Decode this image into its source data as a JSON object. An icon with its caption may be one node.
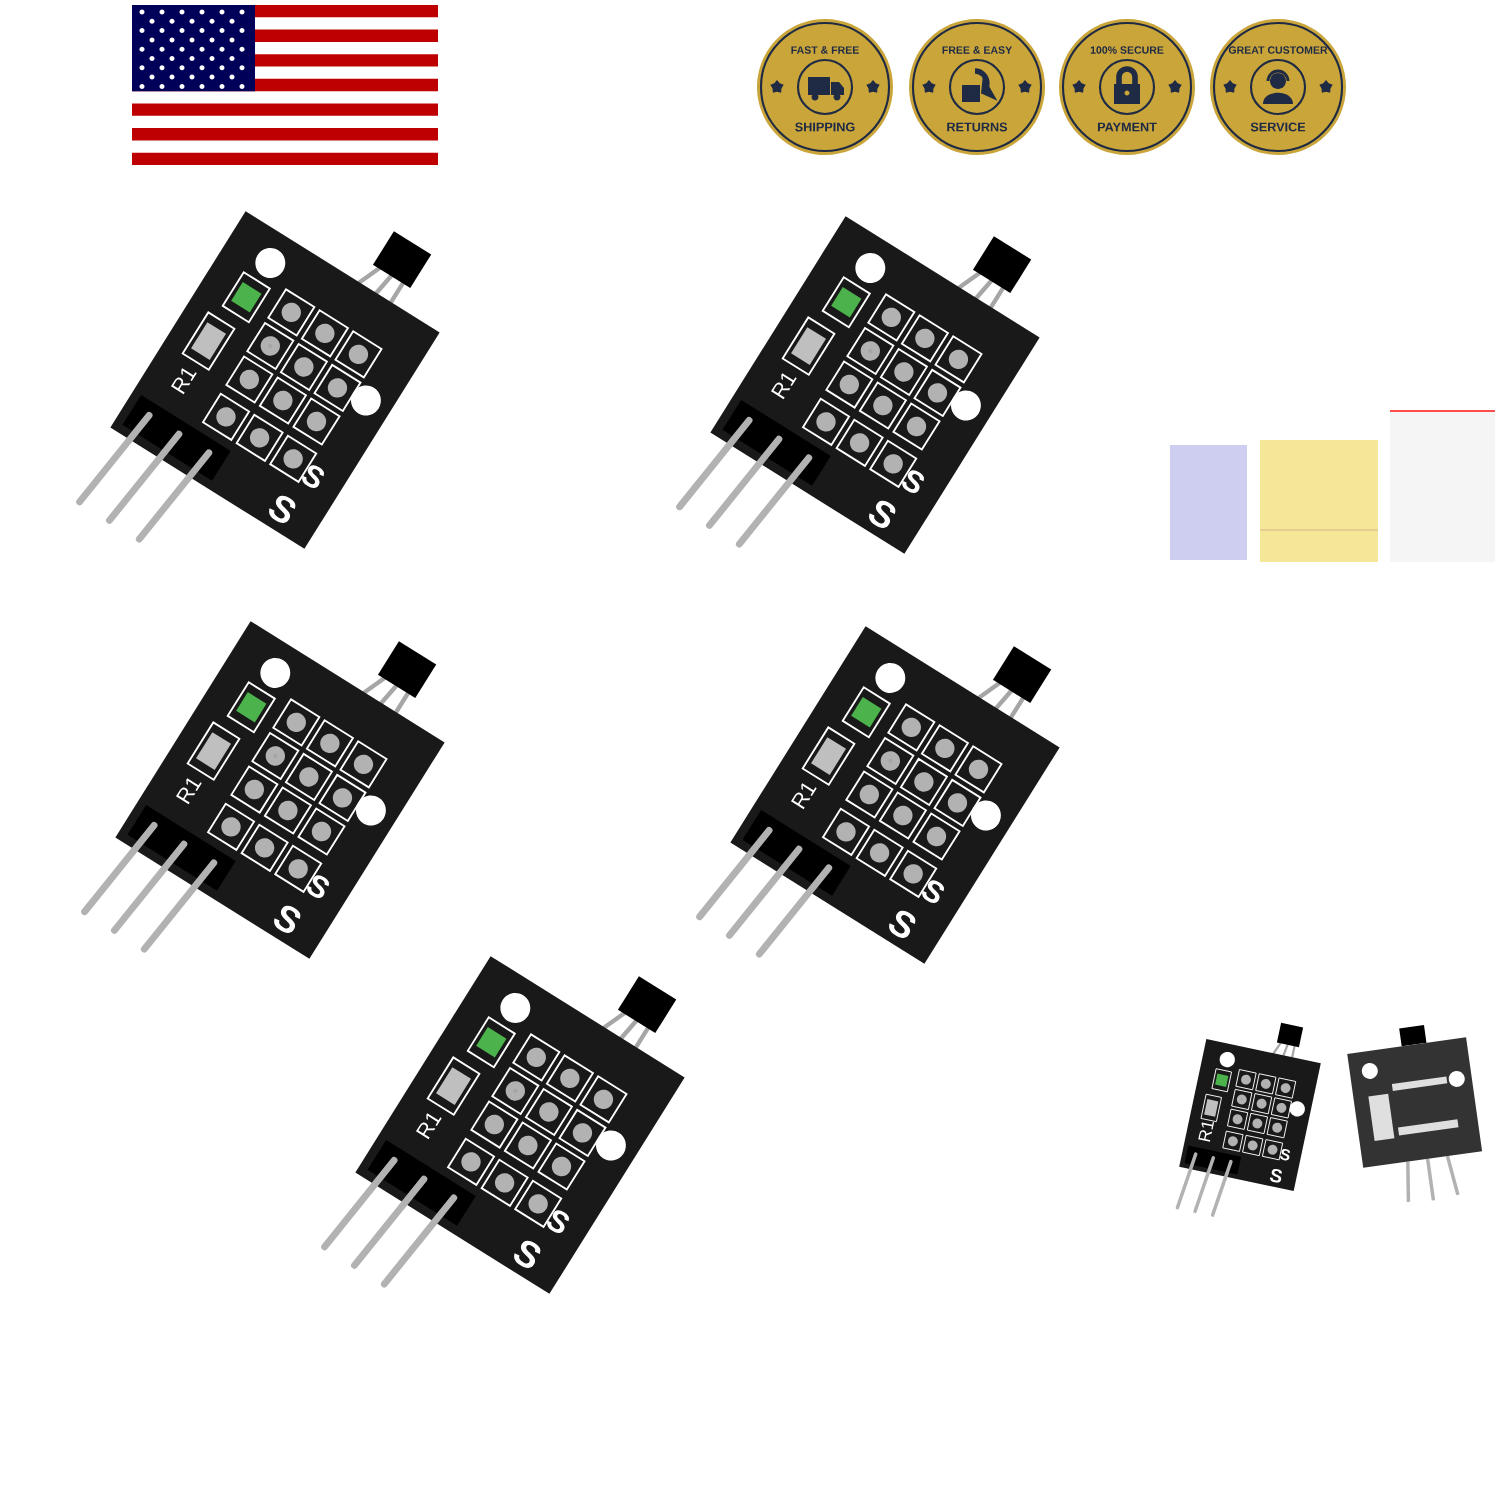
{
  "diagram": {
    "labels": [
      "FAST & FREE",
      "SHIPPING",
      "FREE & EASY",
      "RETURNS",
      "100% SECURE",
      "PAYMENT",
      "GREAT CUSTOMER",
      "SERVICE",
      "R1",
      "S",
      "S",
      "R1",
      "S",
      "S",
      "R1",
      "S",
      "S",
      "R1",
      "S",
      "S",
      "R1",
      "S",
      "S",
      "R1",
      "S",
      "S"
    ]
  }
}
